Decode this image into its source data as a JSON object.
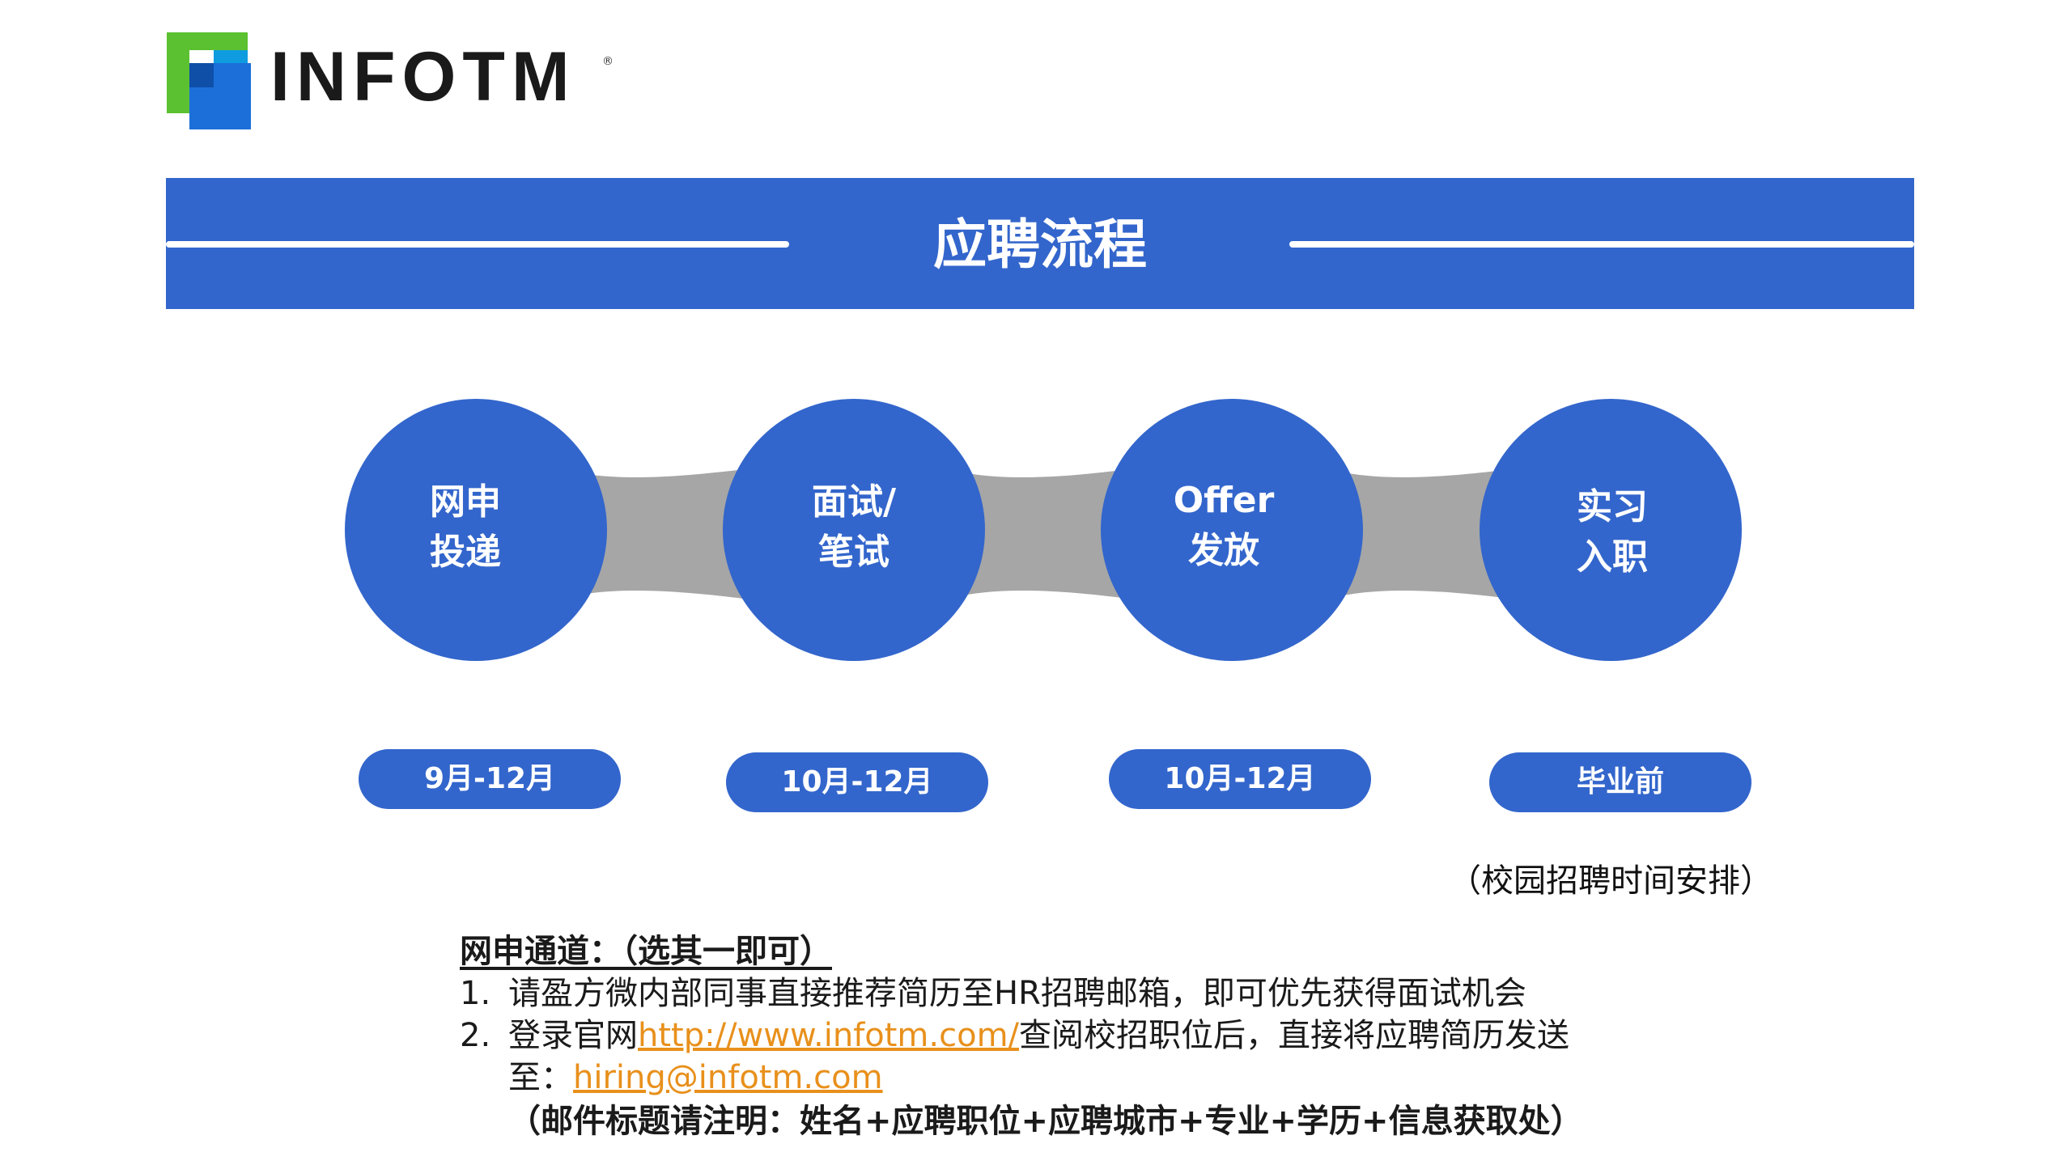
{
  "logo": {
    "text": "INFOTM",
    "reg": "®"
  },
  "banner": {
    "title": "应聘流程"
  },
  "flow": {
    "steps": [
      {
        "line1": "网申",
        "line2": "投递",
        "period": "9月-12月"
      },
      {
        "line1": "面试/",
        "line2": "笔试",
        "period": "10月-12月"
      },
      {
        "line1": "Offer",
        "line2": "发放",
        "period": "10月-12月"
      },
      {
        "line1": "实习",
        "line2": "入职",
        "period": "毕业前"
      }
    ],
    "note": "（校园招聘时间安排）"
  },
  "channel": {
    "heading": "网申通道：（选其一即可）",
    "item1": {
      "num": "1.",
      "text": "请盈方微内部同事直接推荐简历至HR招聘邮箱，即可优先获得面试机会"
    },
    "item2": {
      "num": "2.",
      "text_before": "登录官网",
      "link": "http://www.infotm.com/",
      "text_after": "查阅校招职位后，直接将应聘简历发送"
    },
    "item2_cont": {
      "prefix": "至：",
      "email": "hiring@infotm.com"
    },
    "remark": "（邮件标题请注明：姓名+应聘职位+应聘城市+专业+学历+信息获取处）"
  },
  "colors": {
    "primary": "#3366cc",
    "connector": "#a6a6a6",
    "link": "#e8901c",
    "logo_green": "#5cc130",
    "logo_blue": "#1c6fd9"
  }
}
